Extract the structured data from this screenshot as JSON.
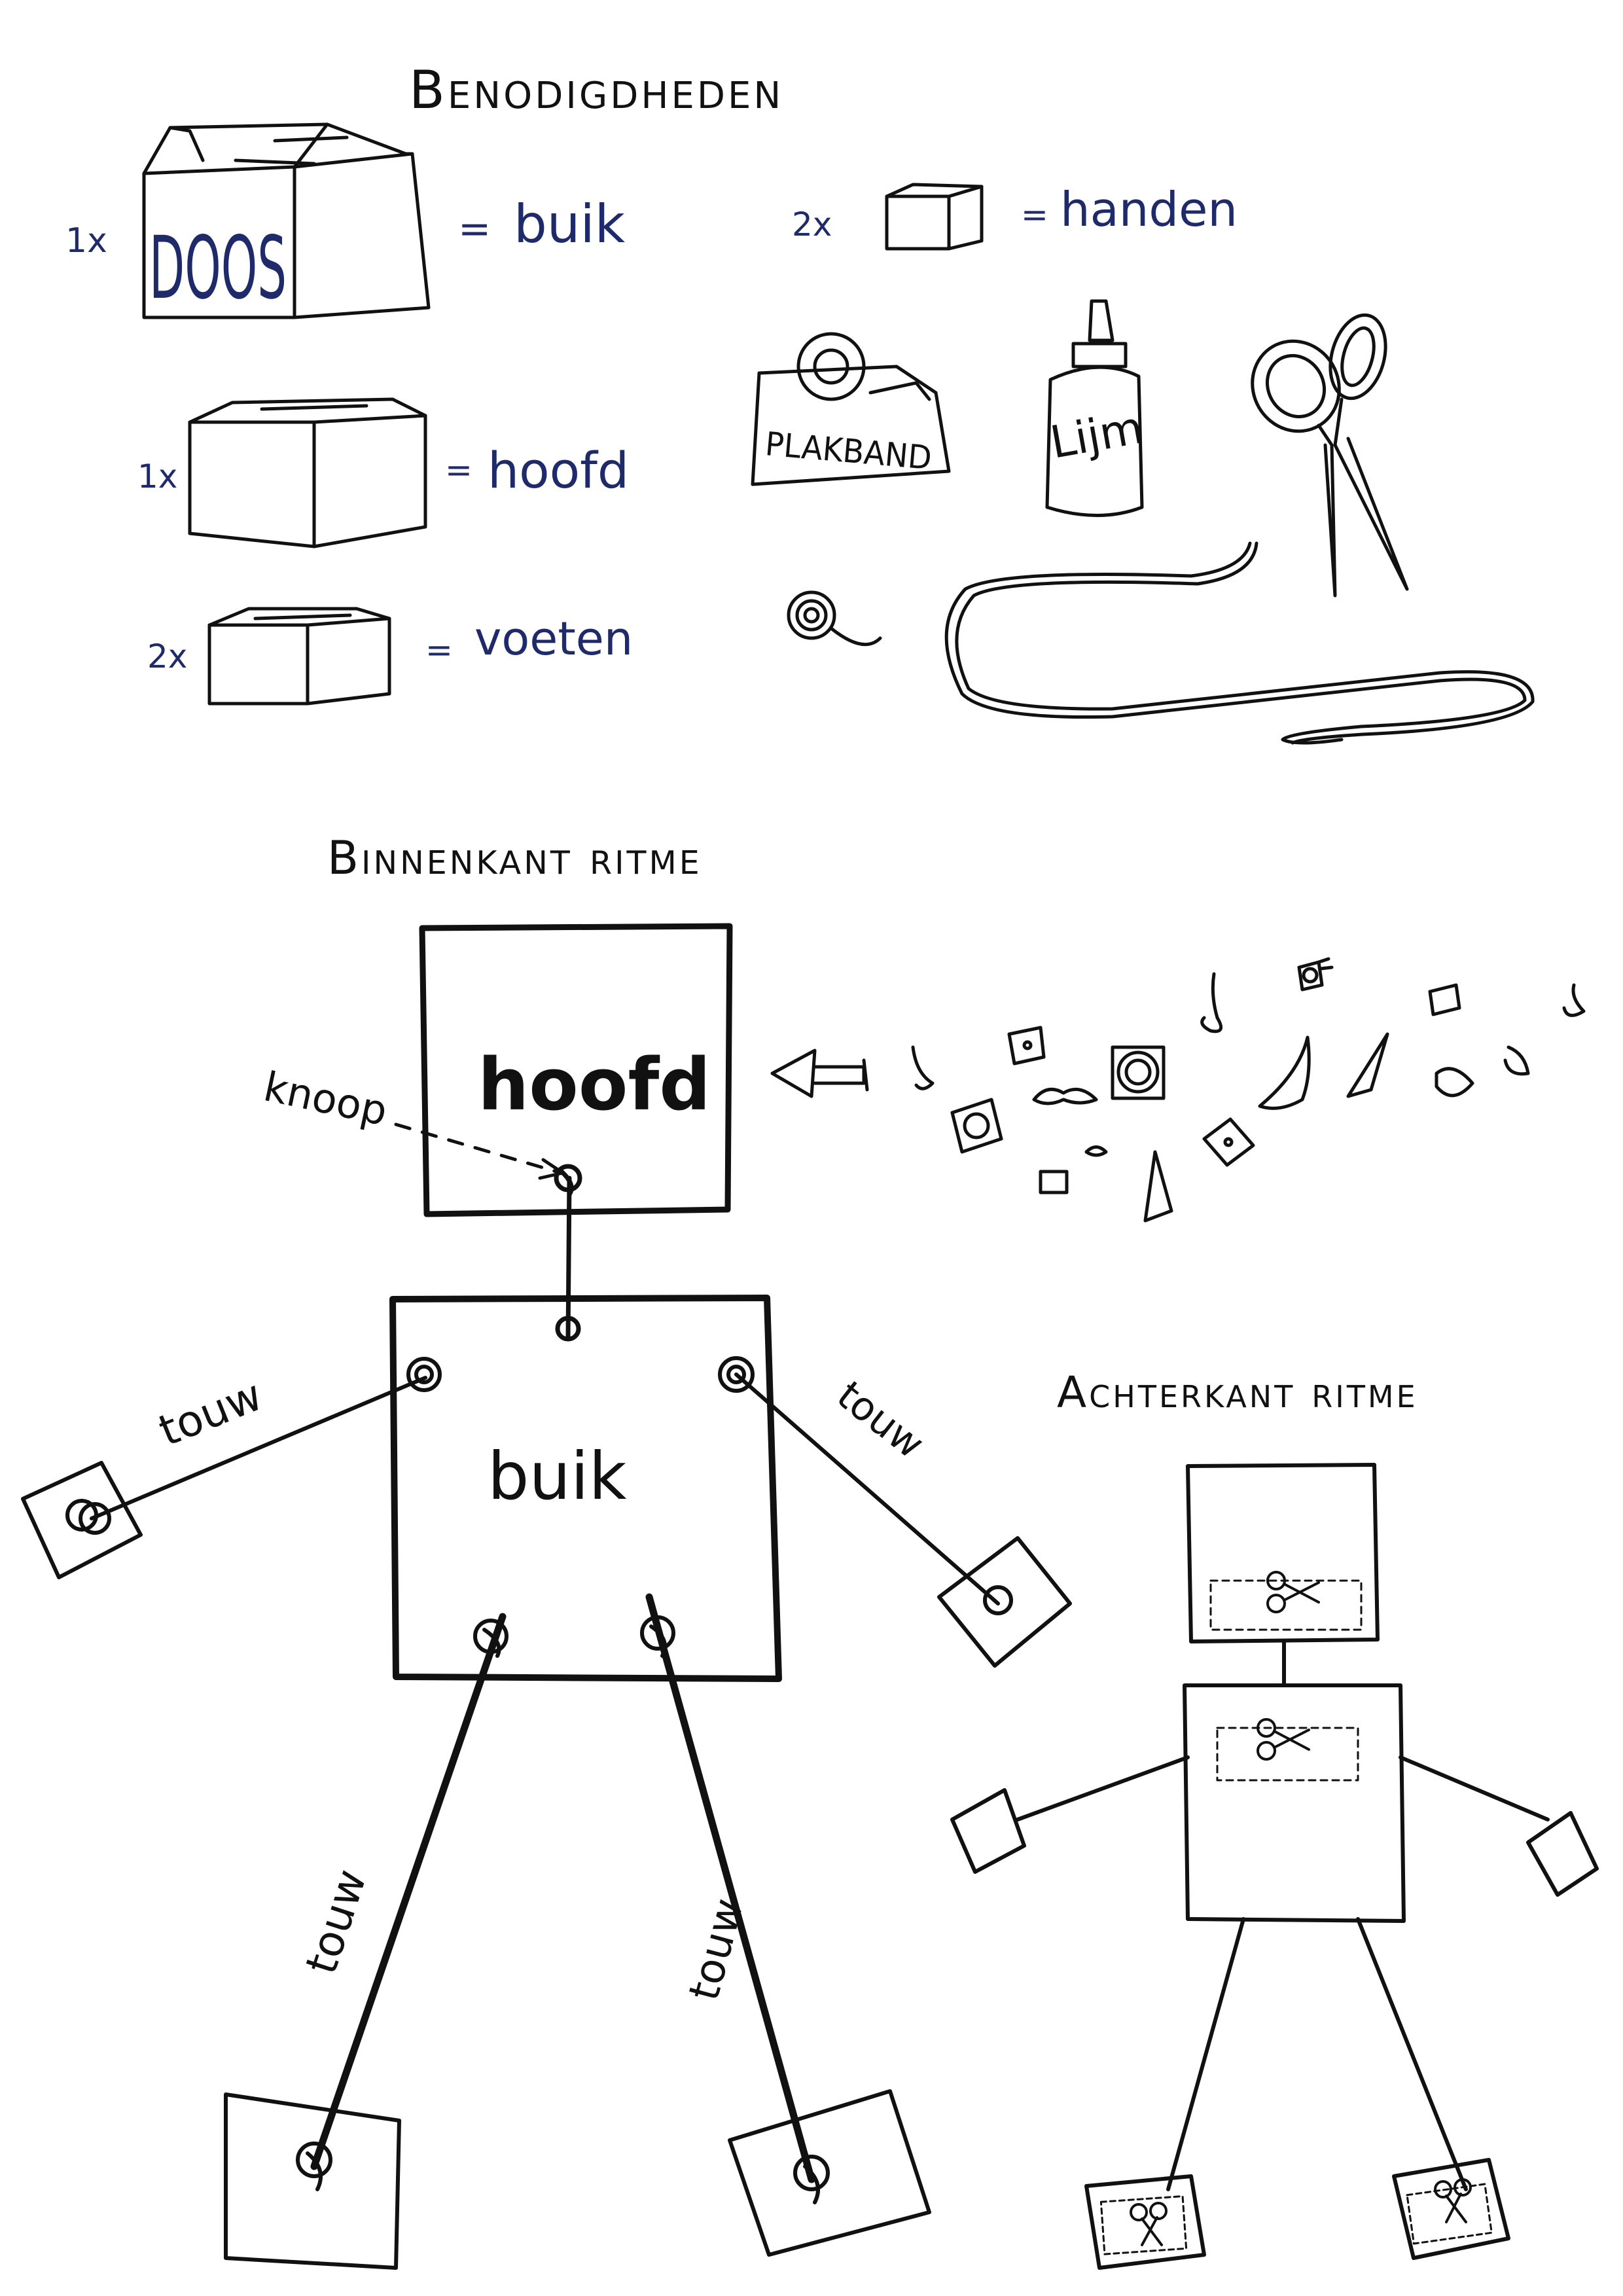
{
  "supplies": {
    "title": "Benodigdheden",
    "belly": {
      "count": "1x",
      "box_label": "DOOS",
      "equals": "=",
      "name": "buik"
    },
    "hands": {
      "count": "2x",
      "equals": "=",
      "name": "handen"
    },
    "head": {
      "count": "1x",
      "equals": "=",
      "name": "hoofd"
    },
    "feet": {
      "count": "2x",
      "equals": "=",
      "name": "voeten"
    },
    "tape_label": "PLAKBAND",
    "glue_label": "Lijm"
  },
  "inside": {
    "title": "Binnenkant ritme",
    "head_label": "hoofd",
    "belly_label": "buik",
    "knot_label": "knoop",
    "rope_labels": [
      "touw",
      "touw",
      "touw",
      "touw"
    ]
  },
  "back": {
    "title": "Achterkant ritme"
  },
  "icons": [
    "box-icon",
    "tape-dispenser-icon",
    "glue-bottle-icon",
    "scissors-icon",
    "thread-spool-icon",
    "rope-icon",
    "nose-icon",
    "mustache-icon",
    "button-icon",
    "arrow-icon",
    "eye-icon",
    "mouth-icon"
  ]
}
